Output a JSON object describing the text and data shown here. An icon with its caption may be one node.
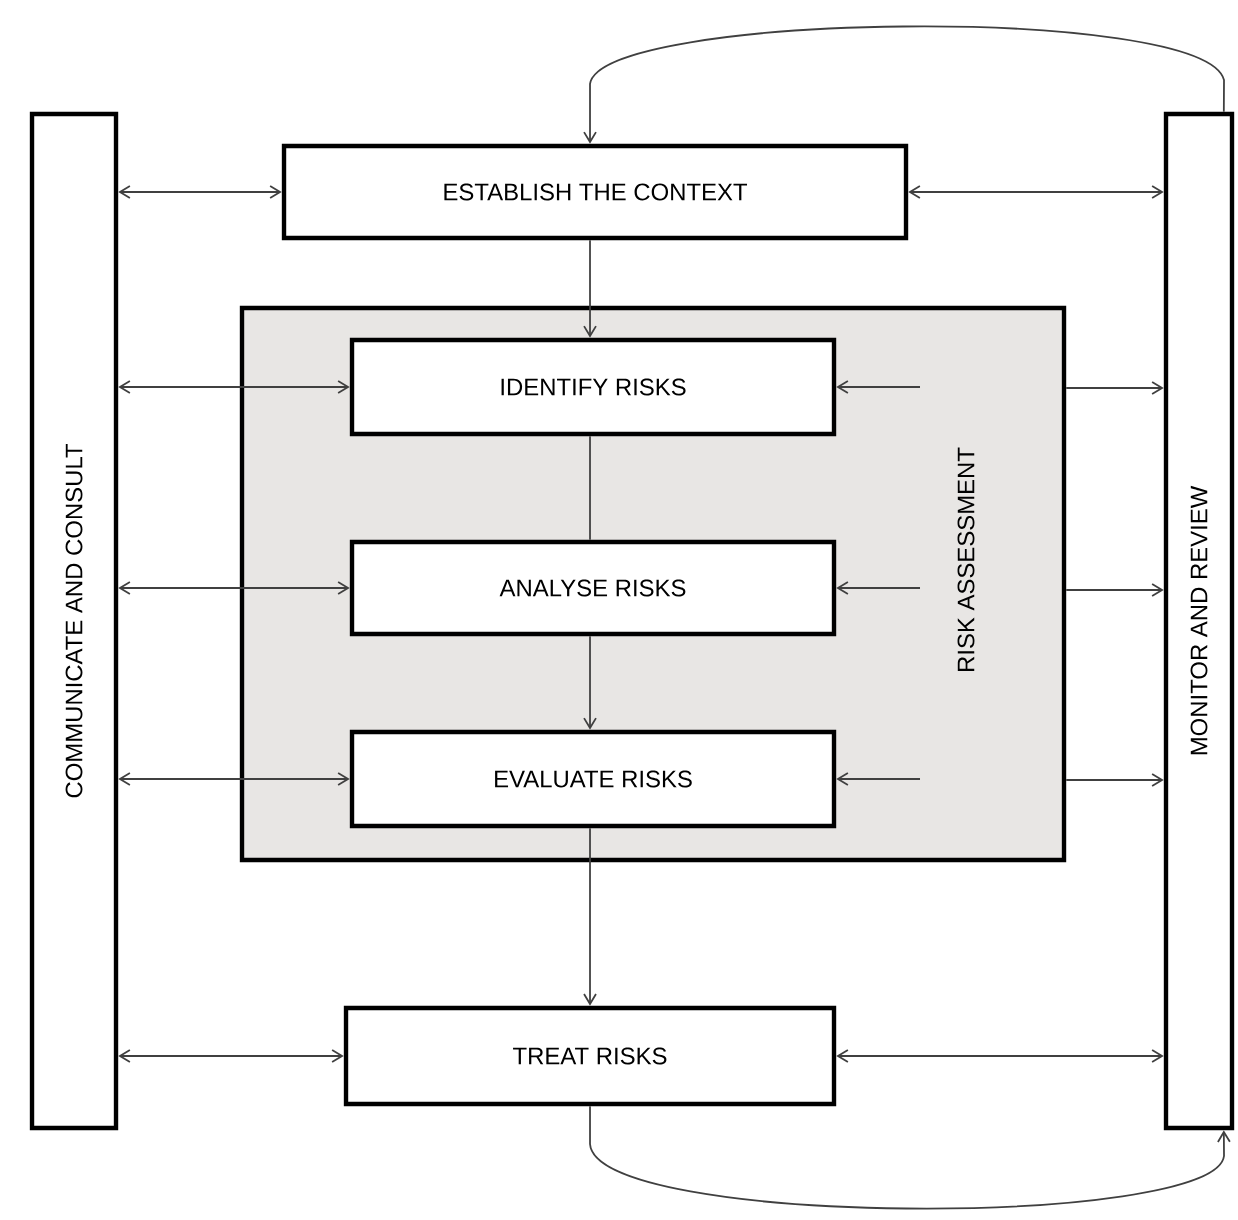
{
  "diagram": {
    "nodes": [
      {
        "text": [
          "COMMUNICATE AND CONSULT"
        ]
      },
      {
        "text": [
          "ESTABLISH THE CONTEXT"
        ]
      },
      {
        "text": [
          "RISK ASSESSMENT"
        ]
      },
      {
        "text": [
          "IDENTIFY RISKS"
        ],
        "in": 2
      },
      {
        "text": [
          "ANALYSE RISKS"
        ],
        "in": 2
      },
      {
        "text": [
          "EVALUATE RISKS"
        ],
        "in": 2
      },
      {
        "text": [
          "TREAT RISKS"
        ]
      },
      {
        "text": [
          "MONITOR AND REVIEW"
        ]
      }
    ],
    "edges": [
      {
        "from": 0,
        "to": 1,
        "arrow": "both"
      },
      {
        "from": 1,
        "to": 7,
        "arrow": "both"
      },
      {
        "from": 7,
        "to": 1,
        "arrow": "to"
      },
      {
        "from": 1,
        "to": 3,
        "arrow": "to"
      },
      {
        "from": 0,
        "to": 3,
        "arrow": "both"
      },
      {
        "from": null,
        "to": 3,
        "arrow": "to"
      },
      {
        "from": 2,
        "to": 7,
        "arrow": "to"
      },
      {
        "from": 3,
        "to": 4,
        "arrow": "none"
      },
      {
        "from": 0,
        "to": 4,
        "arrow": "both"
      },
      {
        "from": null,
        "to": 4,
        "arrow": "to"
      },
      {
        "from": 2,
        "to": 7,
        "arrow": "to"
      },
      {
        "from": 4,
        "to": 5,
        "arrow": "to"
      },
      {
        "from": 0,
        "to": 5,
        "arrow": "both"
      },
      {
        "from": null,
        "to": 5,
        "arrow": "to"
      },
      {
        "from": 2,
        "to": 7,
        "arrow": "to"
      },
      {
        "from": 5,
        "to": 6,
        "arrow": "to"
      },
      {
        "from": 0,
        "to": 6,
        "arrow": "both"
      },
      {
        "from": 6,
        "to": 7,
        "arrow": "both"
      },
      {
        "from": 6,
        "to": 7,
        "arrow": "to"
      }
    ]
  }
}
